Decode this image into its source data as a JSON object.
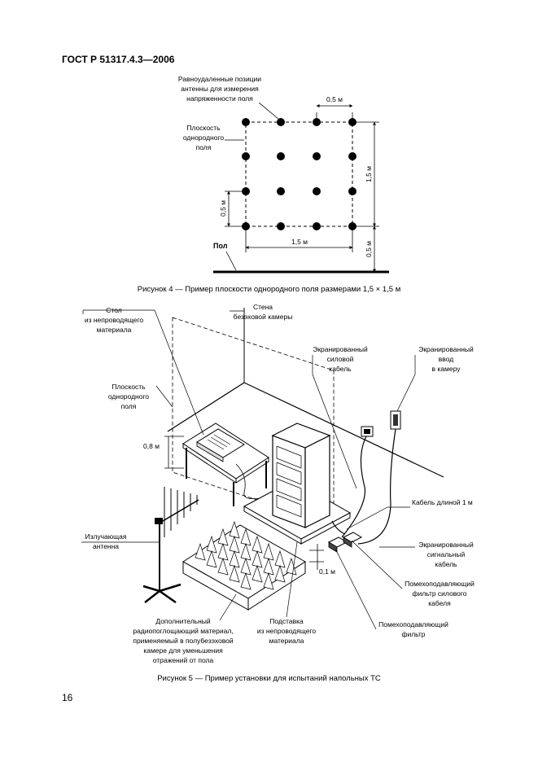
{
  "header": {
    "standard": "ГОСТ Р 51317.4.3—2006"
  },
  "figure4": {
    "caption": "Рисунок 4 — Пример плоскости однородного поля размерами 1,5 × 1,5 м",
    "labels": {
      "positions": [
        "Равноудаленные позиции",
        "антенны для измерения",
        "напряженности поля"
      ],
      "plane": [
        "Плоскость",
        "однородного",
        "поля"
      ],
      "floor": "Пол",
      "dim_top": "0,5 м",
      "dim_left": "0,5 м",
      "dim_bottom": "1,5 м",
      "dim_right": "1,5 м",
      "dim_height": "0,5 м"
    }
  },
  "figure5": {
    "caption": "Рисунок 5 — Пример установки для испытаний напольных ТС",
    "labels": {
      "table": [
        "Стол",
        "из непроводящего",
        "материала"
      ],
      "wall": [
        "Стена",
        "безэховой камеры"
      ],
      "shielded_power": [
        "Экранированный",
        "силовой",
        "кабель"
      ],
      "shielded_input": [
        "Экранированный",
        "ввод",
        "в камеру"
      ],
      "plane": [
        "Плоскость",
        "однородного",
        "поля"
      ],
      "height": "0,8 м",
      "cable_1m": "Кабель длиной 1 м",
      "signal_cable": [
        "Экранированный",
        "сигнальный",
        "кабель"
      ],
      "antenna": [
        "Излучающая",
        "антенна"
      ],
      "gap": "0,1 м",
      "power_filter": [
        "Помехоподавляющий",
        "фильтр силового",
        "кабеля"
      ],
      "absorber": [
        "Дополнительный",
        "радиопоглощающий материал,",
        "применяемый в полубезэховой",
        "камере для уменьшения",
        "отражений от пола"
      ],
      "stand": [
        "Подставка",
        "из непроводящего",
        "материала"
      ],
      "filter": [
        "Помехоподавляющий",
        "фильтр"
      ]
    }
  },
  "footer": {
    "page_number": "16"
  }
}
